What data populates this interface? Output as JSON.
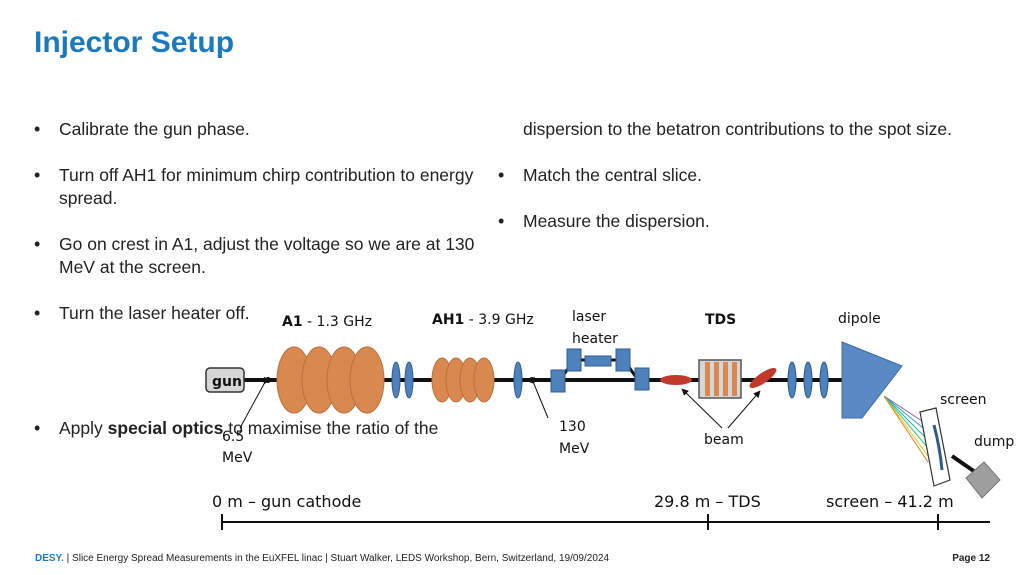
{
  "title": "Injector Setup",
  "left_bullets": [
    "Calibrate the gun phase.",
    "Turn off AH1 for minimum chirp contribution to energy spread.",
    "Go on crest in A1, adjust the voltage so we are at 130 MeV at the screen.",
    "Turn the laser heater off."
  ],
  "last_bullet": {
    "pre": "Apply ",
    "bold": "special optics",
    "post": " to maximise the ratio of the"
  },
  "right_continuation": "dispersion to the betatron contributions to the spot size.",
  "right_bullets": [
    "Match the central slice.",
    "Measure the dispersion."
  ],
  "diagram": {
    "a1_bold": "A1",
    "a1_rest": " - 1.3 GHz",
    "ah1_bold": "AH1",
    "ah1_rest": " - 3.9 GHz",
    "laser_line1": "laser",
    "laser_line2": "heater",
    "tds": "TDS",
    "dipole": "dipole",
    "gun": "gun",
    "screen": "screen",
    "dump": "dump",
    "energy1_line1": "6.5",
    "energy1_line2": "MeV",
    "energy2_line1": "130",
    "energy2_line2": "MeV",
    "beam": "beam",
    "scale_left": "0 m – gun cathode",
    "scale_mid": "29.8 m – TDS",
    "scale_right": "screen – 41.2 m"
  },
  "colors": {
    "title": "#1a7ac0",
    "cavity": "#d9894f",
    "magnet": "#4f81bd",
    "beam_red": "#c0392b",
    "dipole": "#5a8ac6"
  },
  "footer": {
    "brand": "DESY.",
    "text": " | Slice Energy Spread Measurements in the EuXFEL linac | Stuart Walker, LEDS Workshop, Bern, Switzerland, 19/09/2024",
    "page": "Page 12"
  }
}
